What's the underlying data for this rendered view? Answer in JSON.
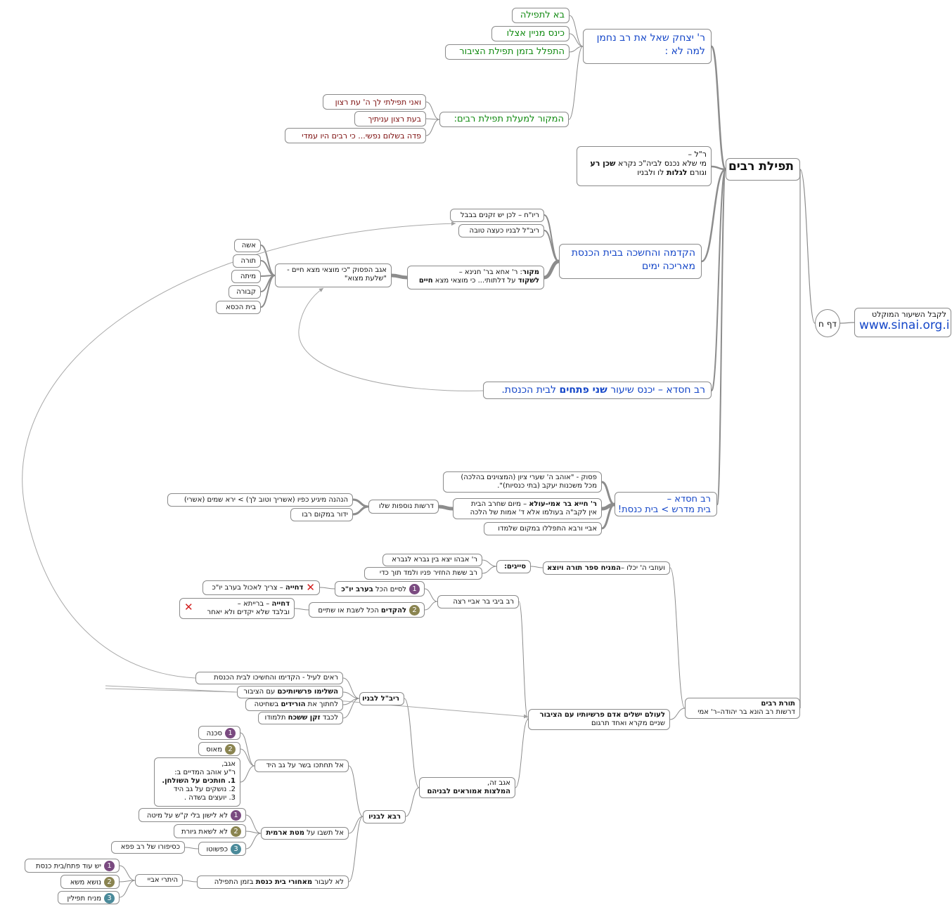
{
  "root": {
    "title": "תפילת רבים"
  },
  "daf": {
    "label": "דף ח"
  },
  "site": {
    "line1": "לקבל השיעור המוקלט",
    "line2": "www.sinai.org.il"
  },
  "upper": {
    "yitzchak": {
      "line1": "ר' יצחק שאל את  רב נחמן",
      "line2": "למה לא :"
    },
    "yitzchak_kids": [
      "בא לתפילה",
      "כינס מניין אצלו",
      "התפלל בזמן תפילת הציבור"
    ],
    "makor": "המקור למעלת תפילת רבים:",
    "makor_kids": [
      "ואני תפילתי לך ה' עת רצון",
      "בעת רצון עניתיך",
      "פדה בשלום נפשי... כי רבים היו עמדי"
    ],
    "reish": {
      "line1": "ר\"ל –",
      "line2_a": "מי שלא נכנס לביה\"כ נקרא ",
      "line2_b": "שכן רע",
      "line3_a": "וגורם ",
      "line3_b": "לגלות",
      "line3_c": "  לו ולבניו"
    },
    "hakdama": {
      "line1": "הקדמה והחשכה בבית הכנסת",
      "line2": "מאריכה ימים"
    },
    "hakdama_kids": [
      "ריו\"ח – לכן יש זקנים בבבל",
      "ריב\"ל לבניו כעצה טובה"
    ],
    "makor2": {
      "line1_a": "מקור",
      "line1_b": ": ר' אחא בר' חנינא –",
      "line2_a": "לשקוד",
      "line2_b": " על דלתותי... כי מוצאי מצא ",
      "line2_c": "חיים"
    },
    "agav": {
      "line1": "אגב הפסוק \"כי מוצאי מצא חיים -",
      "line2": "\"שלעת מצוא\""
    },
    "agav_kids": [
      "אשה",
      "תורה",
      "מיתה",
      "קבורה",
      "בית הכסא"
    ],
    "chisda1": {
      "a": "רב חסדא – יכנס שיעור ",
      "b": "שני פתחים",
      "c": " לבית הכנסת."
    },
    "chisda2": {
      "line1": "רב חסדא –",
      "line2": "בית מדרש > בית כנסת!"
    },
    "pasuk": {
      "line1": "פסוק - \"אוהב ה' שערי ציון (המצוינים בהלכה)",
      "line2": "מכל משכנות יעקב (בתי כנסיות)\"."
    },
    "chiya": {
      "line1_a": "ר' חייא בר אמי-עולא",
      "line1_b": " – מיום שחרב הבית",
      "line2": "אין לקב\"ה בעולמו אלא ד' אמות של הלכה"
    },
    "abaye": "אביי ורבא התפללו במקום שלמדו",
    "drashot": "דרשות נוספות שלו",
    "drashot_kids": [
      "הנהנה מיגיע כפיו (אשריך וטוב לך) > ירא שמים (אשרי)",
      "ידור במקום רבו"
    ]
  },
  "lower": {
    "torat": {
      "line1": "תורת רבים",
      "line2": "דרשות רב הונא בר יהודה–ר' אמי"
    },
    "oziv": {
      "a": "ועוזבי ה' יכלו –",
      "b": "המניח ספר תורה ויוצא"
    },
    "syagim": "סייגים:",
    "syagim_kids": [
      "ר' אבהו יצא בין גברא לגברא",
      "רב ששת החזיר פניו ולמד תוך כדי"
    ],
    "bibi": "רב ביבי בר אביי רצה",
    "siyem": {
      "num": "1",
      "a": "לסיים הכל ",
      "b": "בערב יו\"כ"
    },
    "dchiya1": {
      "a": "דחייה",
      "b": " – צריך לאכול בערב יו\"כ"
    },
    "hakdim": {
      "num": "2",
      "a": "להקדים",
      "b": " הכל לשבת או שתיים"
    },
    "dchiya2": {
      "line1_a": "דחייה",
      "line1_b": " – ברייתא –",
      "line2": "ובלבד שלא יקדים ולא יאחר"
    },
    "olam": {
      "line1": "לעולם ישלים אדם פרשיותיו עם הציבור",
      "line2": "שניים מקרא ואחד תרגום"
    },
    "agav2": {
      "line1": "אגב זה,",
      "line2": "המלצות אמוראים לבניהם"
    },
    "rivl": "ריב\"ל לבניו",
    "rivl_kids": [
      {
        "a": "ראים לעיל - הקדימו  והחשיכו לבית הכנסת",
        "b": "",
        "c": ""
      },
      {
        "a": "",
        "b": "השלימו פרשיותיכם",
        "c": " עם הציבור"
      },
      {
        "a": "לחתוך את ",
        "b": "הורידים",
        "c": " בשחיטה"
      },
      {
        "a": "לכבד ",
        "b": "זקן ששכח",
        "c": " תלמודו"
      }
    ],
    "rava": "רבא לבניו",
    "basar": "אל תחתכו בשר על גב היד",
    "basar_kids": [
      {
        "num": "1",
        "text": "סכנה"
      },
      {
        "num": "2",
        "text": "מאוס"
      }
    ],
    "note": {
      "line1": "אגב,",
      "line2": "ר\"ע אוהב המדיים ב:",
      "line3": "1. חותכים על השולחן.",
      "line4": "2. נושקים על גב היד",
      "line5": "3. יועצים בשדה ."
    },
    "mita": {
      "a": "אל תשבו על ",
      "b": "מטת ארמית"
    },
    "mita_kids": [
      {
        "num": "1",
        "text": "לא לישון בלי ק\"ש על מיטה"
      },
      {
        "num": "2",
        "text": "לא לשאת גיורת"
      },
      {
        "num": "3",
        "text": "כפשוטו"
      }
    ],
    "sipur": "כסיפורו של רב פפא",
    "laavor": {
      "a": "לא לעבור ",
      "b": "מאחורי בית כנסת",
      "c": "  בזמן התפילה"
    },
    "heteiri": "היתרי אביי",
    "heteiri_kids": [
      {
        "num": "1",
        "text": "יש עוד פתח/בית כנסת"
      },
      {
        "num": "2",
        "text": "נושא משא"
      },
      {
        "num": "3",
        "text": "מניח תפילין"
      }
    ]
  }
}
